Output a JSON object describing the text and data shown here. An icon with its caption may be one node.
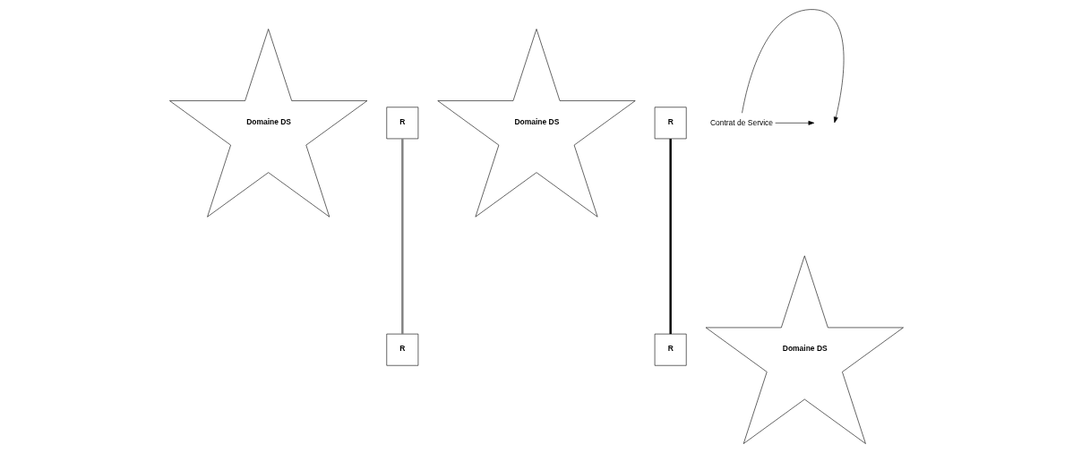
{
  "diagram": {
    "nodes": [
      {
        "text": [
          "Domaine DS"
        ]
      },
      {
        "text": [
          "R"
        ]
      },
      {
        "text": [
          "Domaine DS"
        ]
      },
      {
        "text": [
          "R"
        ]
      },
      {
        "text": [
          "Domaine DS"
        ]
      },
      {
        "text": [
          "R"
        ]
      },
      {
        "text": [
          "R"
        ]
      },
      {
        "text": [
          "Contrat de Service"
        ]
      }
    ],
    "edges": [
      {
        "from": 1,
        "to": 5,
        "arrow": "none",
        "style": "thick",
        "color": "#808080"
      },
      {
        "from": 3,
        "to": 6,
        "arrow": "none",
        "style": "thick"
      },
      {
        "from": 7,
        "to": null,
        "arrow": "to"
      },
      {
        "from": 7,
        "to": null,
        "arrow": "to"
      }
    ]
  }
}
